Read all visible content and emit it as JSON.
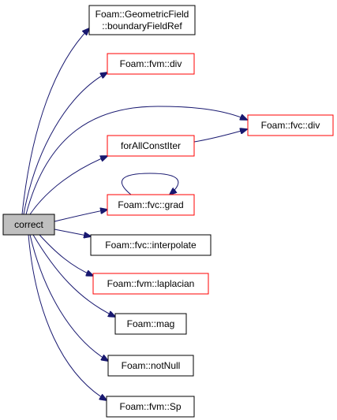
{
  "colors": {
    "edge": "#191970",
    "root_fill": "#bfbfbf",
    "normal_border": "#000000",
    "red_border": "#ff0000"
  },
  "root": {
    "label": "correct"
  },
  "nodes": {
    "geometric_field": {
      "line1": "Foam::GeometricField",
      "line2": "::boundaryFieldRef",
      "border": "black"
    },
    "fvm_div": {
      "label": "Foam::fvm::div",
      "border": "red"
    },
    "fvc_div": {
      "label": "Foam::fvc::div",
      "border": "red"
    },
    "for_all_const_iter": {
      "label": "forAllConstIter",
      "border": "red"
    },
    "fvc_grad": {
      "label": "Foam::fvc::grad",
      "border": "red"
    },
    "fvc_interpolate": {
      "label": "Foam::fvc::interpolate",
      "border": "black"
    },
    "fvm_laplacian": {
      "label": "Foam::fvm::laplacian",
      "border": "red"
    },
    "mag": {
      "label": "Foam::mag",
      "border": "black"
    },
    "not_null": {
      "label": "Foam::notNull",
      "border": "black"
    },
    "fvm_sp": {
      "label": "Foam::fvm::Sp",
      "border": "black"
    }
  }
}
